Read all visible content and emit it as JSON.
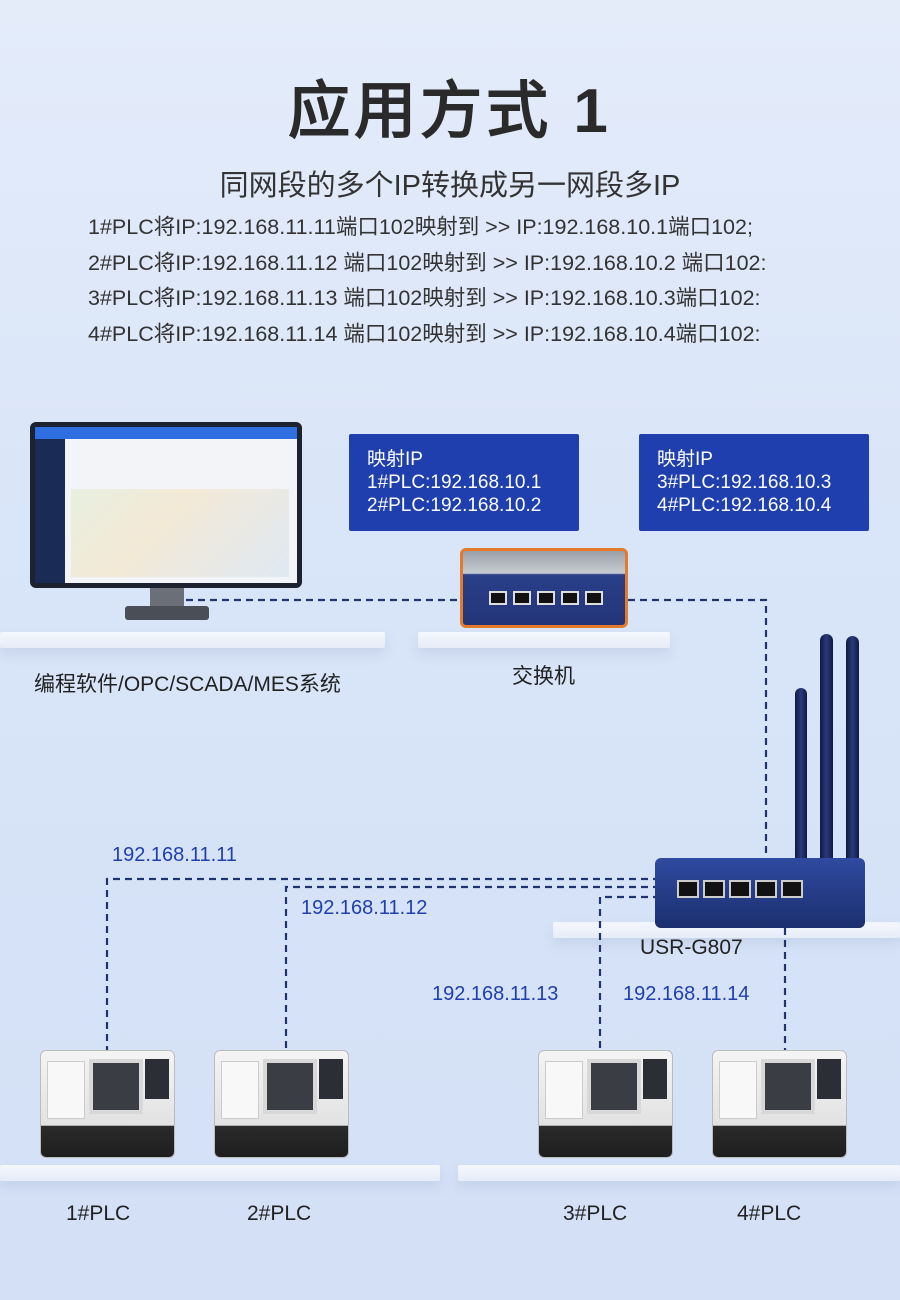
{
  "title": "应用方式 1",
  "subtitle": "同网段的多个IP转换成另一网段多IP",
  "mapping_lines": [
    "1#PLC将IP:192.168.11.11端口102映射到 >> IP:192.168.10.1端口102;",
    "2#PLC将IP:192.168.11.12 端口102映射到 >> IP:192.168.10.2 端口102:",
    "3#PLC将IP:192.168.11.13 端口102映射到 >> IP:192.168.10.3端口102:",
    "4#PLC将IP:192.168.11.14 端口102映射到 >> IP:192.168.10.4端口102:"
  ],
  "box_left": {
    "heading": "映射IP",
    "line1": "1#PLC:192.168.10.1",
    "line2": "2#PLC:192.168.10.2"
  },
  "box_right": {
    "heading": "映射IP",
    "line1": "3#PLC:192.168.10.3",
    "line2": "4#PLC:192.168.10.4"
  },
  "labels": {
    "software": "编程软件/OPC/SCADA/MES系统",
    "switch": "交换机",
    "router": "USR-G807"
  },
  "ips": {
    "plc1": "192.168.11.11",
    "plc2": "192.168.11.12",
    "plc3": "192.168.11.13",
    "plc4": "192.168.11.14"
  },
  "plcs": [
    "1#PLC",
    "2#PLC",
    "3#PLC",
    "4#PLC"
  ],
  "colors": {
    "box_bg": "#1f3fae",
    "ip_text": "#1f3fae",
    "link_line": "#1f3470",
    "switch_border": "#e57a2a"
  },
  "icons": {
    "computer": "monitor-icon",
    "switch": "ethernet-switch-icon",
    "router": "4g-router-icon",
    "plc": "cnc-machine-icon"
  }
}
